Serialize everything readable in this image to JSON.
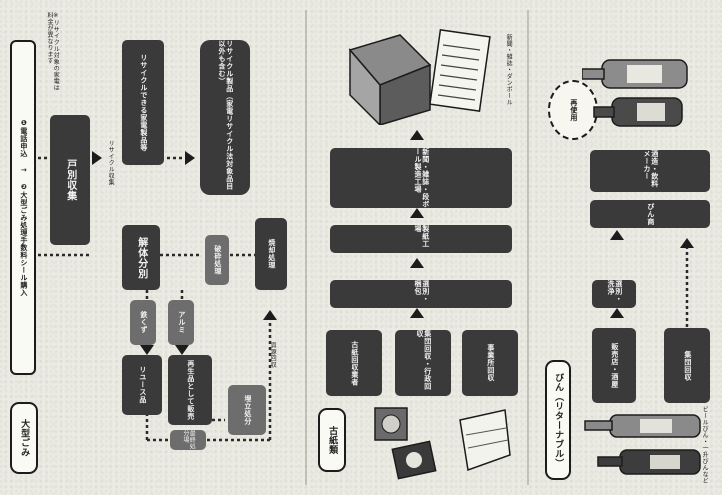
{
  "sections": {
    "bulky": {
      "tag": "大型ごみ",
      "steps_header": "❶電話申込 → ❷大型ごみ処理手数料シール購入",
      "sticker_note": "※リサイクル対象の家電は料金が異なります",
      "collection_box": "戸別収集",
      "recycle_box": "リサイクルできる家電製品等",
      "arrow_label": "リサイクル収集",
      "recycle_products": "リサイクル製品（家電リサイクル法対象品目以外も含む）",
      "disassembly": "解体分別",
      "crush": "破砕処理",
      "iron": "鉄くず",
      "aluminum": "アルミ",
      "reuse": "リユース品",
      "resale": "再生品として販売",
      "landfill": "埋立処分",
      "incinerate": "焼却処理",
      "final": "最終処分場",
      "recover": "資源回収"
    },
    "paper": {
      "tag": "古紙類",
      "sources": [
        "古紙回収業者",
        "集団回収・行政回収",
        "事業所回収"
      ],
      "sorting": "選別・梱包",
      "factory": "製紙工場",
      "makers": "新聞・雑誌・段ボール製造工場",
      "products_caption": "新聞・雑誌・ダンボール"
    },
    "bottles": {
      "tag": "びん（リターナブル）",
      "left_caption": "ビールびん・一升びんなど",
      "sources": [
        "販売店・酒屋",
        "集団回収"
      ],
      "sorting": "選別・洗浄",
      "bottler": "びん商",
      "makers": "酒造・飲料メーカー",
      "reuse_bubble": "再使用"
    }
  }
}
